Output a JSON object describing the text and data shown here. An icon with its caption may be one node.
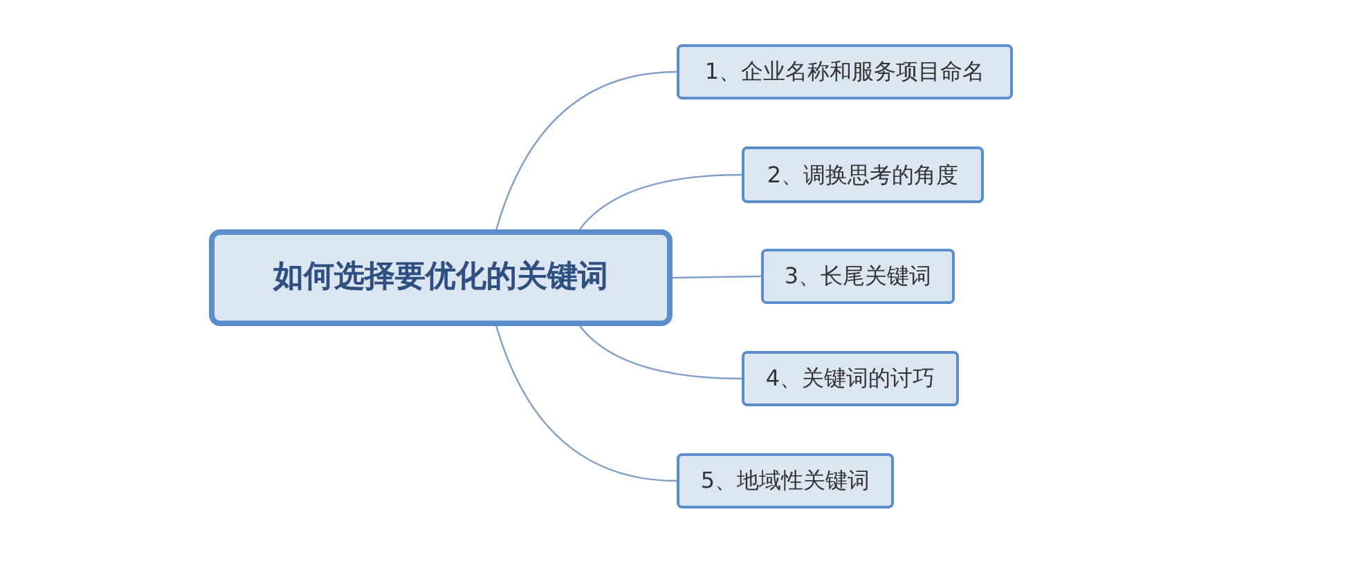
{
  "diagram": {
    "nodes": [
      {
        "text": [
          "如何选择要优化的关键词"
        ]
      },
      {
        "text": [
          "1、企业名称和服务项目命名"
        ]
      },
      {
        "text": [
          "2、调换思考的角度"
        ]
      },
      {
        "text": [
          "3、长尾关键词"
        ]
      },
      {
        "text": [
          "4、关键词的讨巧"
        ]
      },
      {
        "text": [
          "5、地域性关键词"
        ]
      }
    ],
    "edges": [
      {
        "from": 0,
        "to": 1,
        "arrow": "none"
      },
      {
        "from": 0,
        "to": 2,
        "arrow": "none"
      },
      {
        "from": 0,
        "to": 3,
        "arrow": "none"
      },
      {
        "from": 0,
        "to": 4,
        "arrow": "none"
      },
      {
        "from": 0,
        "to": 5,
        "arrow": "none"
      }
    ]
  }
}
